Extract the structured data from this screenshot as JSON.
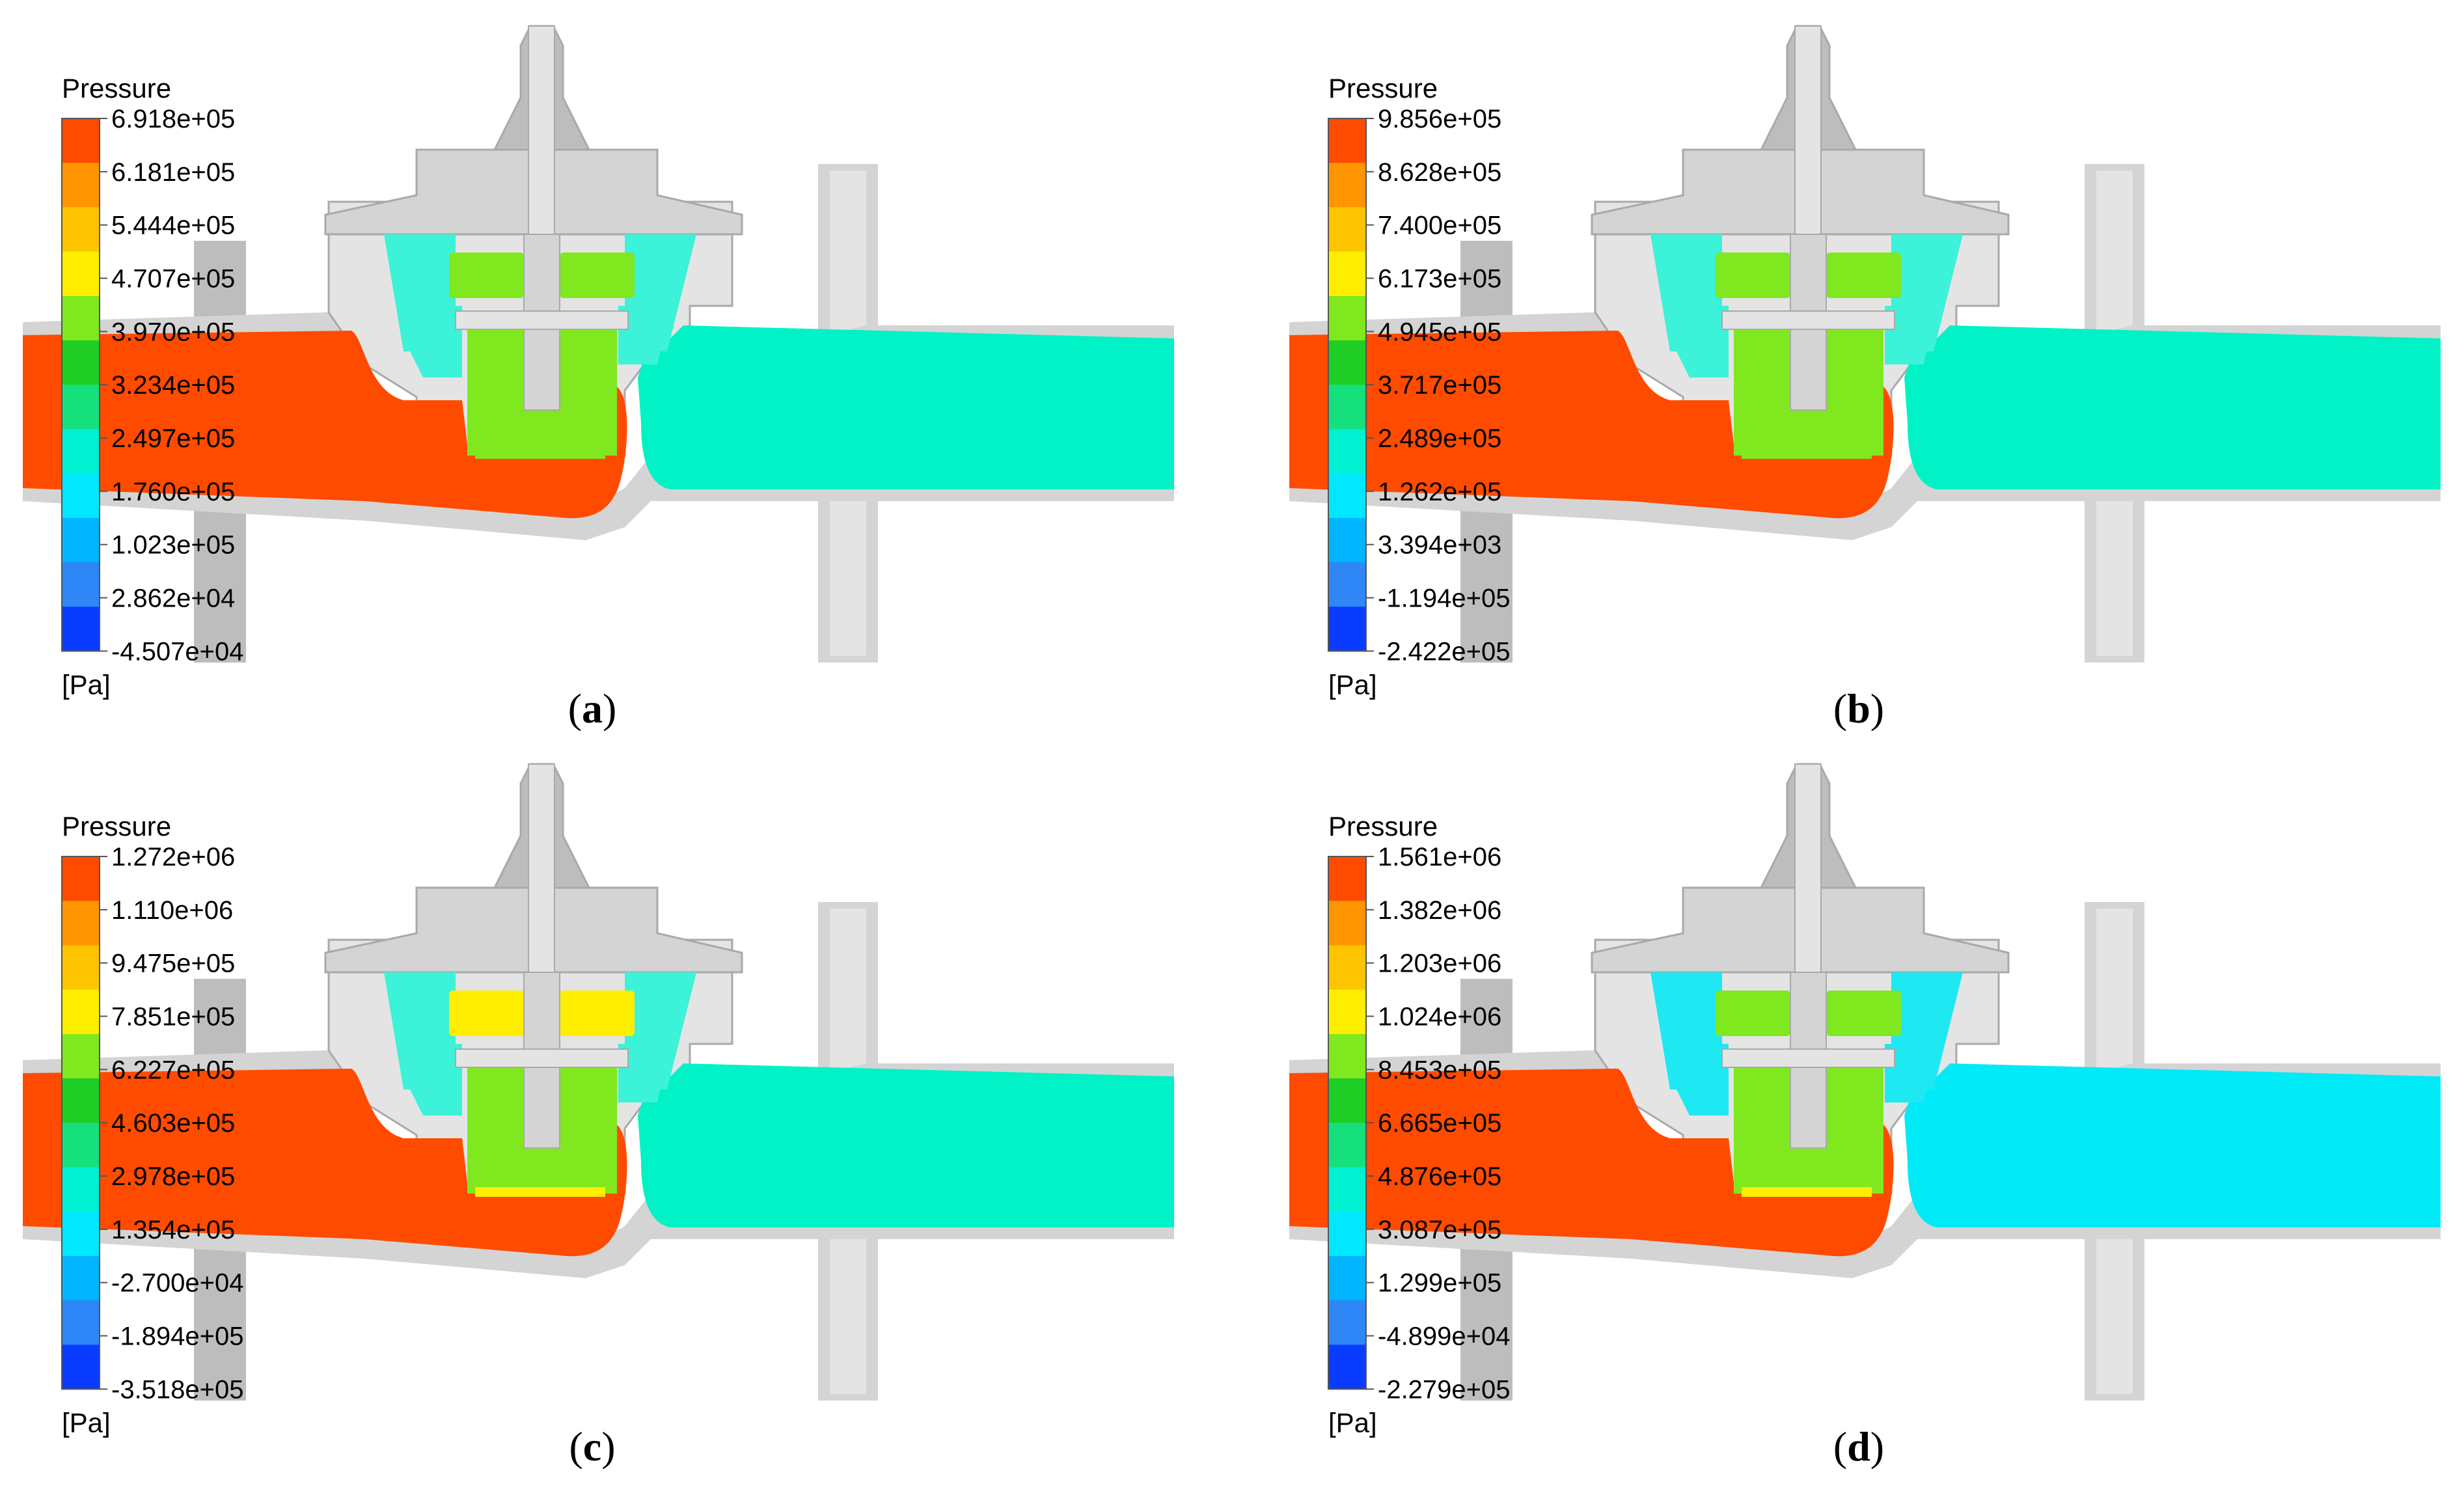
{
  "panels": [
    {
      "id": "a",
      "legend": {
        "title": "Pressure",
        "unit": "[Pa]",
        "ticks": [
          "6.918e+05",
          "6.181e+05",
          "5.444e+05",
          "4.707e+05",
          "3.970e+05",
          "3.234e+05",
          "2.497e+05",
          "1.760e+05",
          "1.023e+05",
          "2.862e+04",
          "-4.507e+04"
        ]
      },
      "caption": {
        "open": "(",
        "letter": "a",
        "close": ")"
      },
      "fields": {
        "inlet": "#ff4b00",
        "outlet": "#00f2c6",
        "chamber": "#7fe81e",
        "upper": "#7fe81e",
        "cone": "#3cf2d8",
        "bottom": "#7fe81e"
      }
    },
    {
      "id": "b",
      "legend": {
        "title": "Pressure",
        "unit": "[Pa]",
        "ticks": [
          "9.856e+05",
          "8.628e+05",
          "7.400e+05",
          "6.173e+05",
          "4.945e+05",
          "3.717e+05",
          "2.489e+05",
          "1.262e+05",
          "3.394e+03",
          "-1.194e+05",
          "-2.422e+05"
        ]
      },
      "caption": {
        "open": "(",
        "letter": "b",
        "close": ")"
      },
      "fields": {
        "inlet": "#ff4b00",
        "outlet": "#00f2c6",
        "chamber": "#7fe81e",
        "upper": "#7fe81e",
        "cone": "#3cf2d8",
        "bottom": "#7fe81e"
      }
    },
    {
      "id": "c",
      "legend": {
        "title": "Pressure",
        "unit": "[Pa]",
        "ticks": [
          "1.272e+06",
          "1.110e+06",
          "9.475e+05",
          "7.851e+05",
          "6.227e+05",
          "4.603e+05",
          "2.978e+05",
          "1.354e+05",
          "-2.700e+04",
          "-1.894e+05",
          "-3.518e+05"
        ]
      },
      "caption": {
        "open": "(",
        "letter": "c",
        "close": ")"
      },
      "fields": {
        "inlet": "#ff4b00",
        "outlet": "#00f2c6",
        "chamber": "#7fe81e",
        "upper": "#ffee00",
        "cone": "#3cf2d8",
        "bottom": "#ffee00"
      }
    },
    {
      "id": "d",
      "legend": {
        "title": "Pressure",
        "unit": "[Pa]",
        "ticks": [
          "1.561e+06",
          "1.382e+06",
          "1.203e+06",
          "1.024e+06",
          "8.453e+05",
          "6.665e+05",
          "4.876e+05",
          "3.087e+05",
          "1.299e+05",
          "-4.899e+04",
          "-2.279e+05"
        ]
      },
      "caption": {
        "open": "(",
        "letter": "d",
        "close": ")"
      },
      "fields": {
        "inlet": "#ff4b00",
        "outlet": "#00eaf8",
        "chamber": "#7fe81e",
        "upper": "#7fe81e",
        "cone": "#1ee8f2",
        "bottom": "#ffee00"
      }
    }
  ],
  "colormap": [
    "#ff4b00",
    "#ff9500",
    "#ffc400",
    "#ffee00",
    "#7fe81e",
    "#1ece24",
    "#16e07c",
    "#00f0d2",
    "#00e8ff",
    "#00b4ff",
    "#2f86f6",
    "#0a3cff"
  ]
}
